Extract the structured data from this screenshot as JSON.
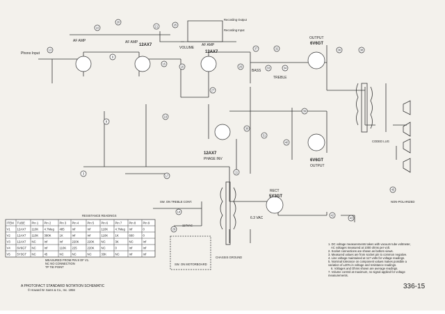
{
  "labels": {
    "phono_input": "Phono Input",
    "af_amp_1": "AF AMP",
    "af_amp_2": "AF AMP",
    "af_amp_3": "AF AMP",
    "tube_12ax7_a": "12AX7",
    "tube_12ax7_b": "12AX7",
    "tube_12ax7_c": "12AX7",
    "phase_inv": "PHASE INV",
    "output_top": "OUTPUT",
    "tube_6v6gt_a": "6V6GT",
    "tube_6v6gt_b": "6V6GT",
    "output_bottom": "OUTPUT",
    "tube_5y3gt": "5Y3GT",
    "rect": "RECT",
    "volume": "VOLUME",
    "bass": "BASS",
    "treble": "TREBLE",
    "recording_output": "Recording Output",
    "recording_input": "Recording Input",
    "coded_lug": "CODED LUG",
    "non_polarized": "NON-POLARIZED",
    "heater_vac": "6.3 VAC",
    "chassis_ground": "CHASSIS GROUND",
    "sw_treble": "SW. ON TREBLE CONT.",
    "sw_motorboard": "SW. ON MOTORBOARD",
    "ac_117": "117VAC"
  },
  "table": {
    "title": "RESISTANCE READINGS",
    "headers": [
      "ITEM",
      "TUBE",
      "Pin 1",
      "Pin 2",
      "Pin 3",
      "Pin 4",
      "Pin 5",
      "Pin 6",
      "Pin 7",
      "Pin 8",
      "Pin 9"
    ],
    "rows": [
      [
        "V1",
        "12AX7",
        "110K",
        "4.7Meg",
        "485",
        "Inf",
        "Inf",
        "110K",
        "4.7Meg",
        "Inf",
        "0"
      ],
      [
        "V2",
        "12AX7",
        "110K",
        "390K",
        "1K",
        "Inf",
        "Inf",
        "110K",
        "1K",
        "660",
        "0"
      ],
      [
        "V3",
        "12AX7",
        "NC",
        "Inf",
        "Inf",
        "220K",
        "220K",
        "NC",
        "3K",
        "NC",
        "Inf"
      ],
      [
        "V4",
        "6V6GT",
        "NC",
        "Inf",
        "110K",
        "225",
        "220K",
        "NC",
        "0",
        "Inf",
        "Inf"
      ],
      [
        "V5",
        "5Y3GT",
        "NC",
        "45",
        "NC",
        "NC",
        "NC",
        "33K",
        "NC",
        "Inf",
        "Inf"
      ]
    ],
    "note1": "MEASURED FROM PIN 8 OF V1.",
    "note2": "NC  NO CONNECTION",
    "note3": "TP TIE POINT"
  },
  "notes": [
    "1. DC voltage measurements taken with vacuum tube voltmeter,",
    "AC voltages measured at 1000 ohms per volt.",
    "2. Socket connections are shown as bottom views.",
    "3. Measured values are from socket pin to common negative.",
    "4. Line voltage maintained at 117 volts for voltage readings.",
    "5. Nominal tolerance on component values makes possible a",
    "variation of ±20% in voltage and resistance readings.",
    "6. Voltages and Ohms shown are average readings.",
    "7. Volume control at maximum, no signal applied for voltage",
    "measurements.",
    ""
  ],
  "footer": {
    "title": "A PHOTOFACT STANDARD NOTATION SCHEMATIC",
    "copyright": "© Howard W. Sams & Co., Inc. 1956",
    "page_number": "336-15"
  }
}
